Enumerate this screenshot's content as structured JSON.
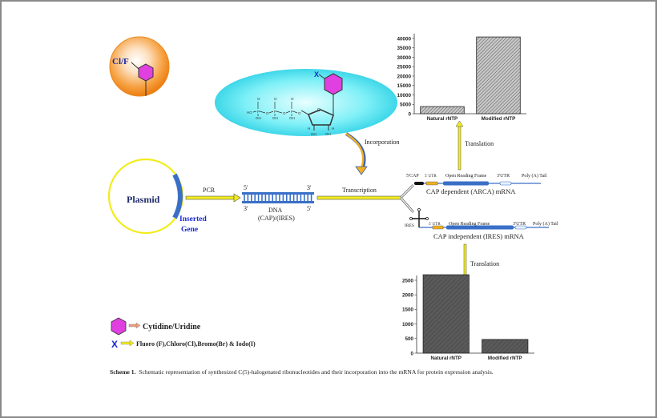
{
  "figure": {
    "caption_label": "Scheme 1.",
    "caption_text": "Schematic representation of synthesized C(5)-halogenated ribonucleotides and their incorporation into the mRNA for protein expression analysis."
  },
  "orange_ball": {
    "label": "Cl/F"
  },
  "nucleotide": {
    "x_label": "X",
    "phosphate_labels": [
      "O",
      "O",
      "O",
      "HO",
      "OH",
      "OH",
      "OH",
      "O",
      "O",
      "O"
    ],
    "sugar_labels": [
      "O",
      "H",
      "H",
      "OH",
      "OH",
      "H",
      "H"
    ]
  },
  "plasmid": {
    "label": "Plasmid",
    "insert_label_1": "Inserted",
    "insert_label_2": "Gene"
  },
  "arrows": {
    "pcr": "PCR",
    "transcription": "Transcription",
    "incorporation": "Incorporation",
    "translation_top": "Translation",
    "translation_bottom": "Translation"
  },
  "dna": {
    "top_left": "5'",
    "top_right": "3'",
    "bottom_left": "3'",
    "bottom_right": "5'",
    "label_1": "DNA",
    "label_2": "(CAP)/(IRES)"
  },
  "mrna_cap": {
    "cap": "5'CAP",
    "utr5": "5' UTR",
    "orf": "Open Reading Frame",
    "utr3": "3'UTR",
    "tail": "Poly (A) Tail",
    "title": "CAP dependent (ARCA) mRNA"
  },
  "mrna_ires": {
    "ires": "IRES",
    "utr5": "5' UTR",
    "orf": "Open Reading Frame",
    "utr3": "3'UTR",
    "tail": "Poly (A) Tail",
    "title": "CAP independent (IRES) mRNA"
  },
  "legend": {
    "hexagon_label": "Cytidine/Uridine",
    "x_symbol": "X",
    "x_label": "Fluoro (F),Chloro(Cl),Bromo(Br) & Iodo(I)"
  },
  "colors": {
    "yellow": "#f2ec1c",
    "magenta": "#e040e0",
    "cyan": "#2fe0f0",
    "orange": "#f39a3a",
    "blue": "#3a6fc8",
    "bar_hatched": "#b8b8b8",
    "bar_dark": "#555555"
  },
  "chart_data": [
    {
      "type": "bar",
      "title": "",
      "xlabel": "",
      "ylabel": "",
      "categories": [
        "Natural rNTP",
        "Modified rNTP"
      ],
      "values": [
        3800,
        40800
      ],
      "ylim": [
        0,
        40000
      ],
      "yticks": [
        0,
        5000,
        10000,
        15000,
        20000,
        25000,
        30000,
        35000,
        40000
      ],
      "ytick_labels": [
        "0",
        "5000",
        "10000",
        "15000",
        "20000",
        "25000",
        "30000",
        "35000",
        "40000"
      ],
      "context": "CAP dependent (ARCA) mRNA translation"
    },
    {
      "type": "bar",
      "title": "",
      "xlabel": "",
      "ylabel": "",
      "categories": [
        "Natural rNTP",
        "Modified rNTP"
      ],
      "values": [
        2690,
        470
      ],
      "ylim": [
        0,
        2500
      ],
      "yticks": [
        0,
        500,
        1000,
        1500,
        2000,
        2500
      ],
      "ytick_labels": [
        "0",
        "500",
        "1000",
        "1500",
        "2000",
        "2500"
      ],
      "context": "CAP independent (IRES) mRNA translation"
    }
  ]
}
